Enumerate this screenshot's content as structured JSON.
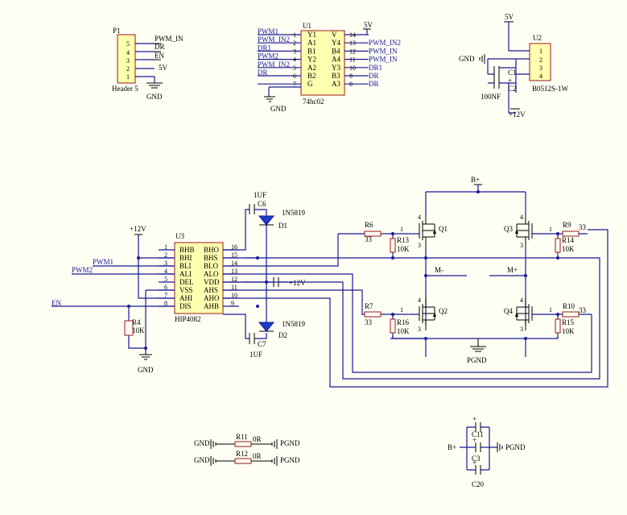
{
  "p1": {
    "ref": "P1",
    "name": "Header 5",
    "pins": [
      "5",
      "4",
      "3",
      "2",
      "1"
    ],
    "nets": [
      "PWM_IN",
      "DR",
      "EN",
      "5V"
    ],
    "gnd": "GND"
  },
  "u1": {
    "ref": "U1",
    "name": "74hc02",
    "left_nets": [
      "PWM1",
      "PWM_IN2",
      "DR1",
      "PWM2",
      "PWM_IN2",
      "DR",
      ""
    ],
    "left_pins": [
      "1",
      "2",
      "3",
      "4",
      "5",
      "6",
      "7"
    ],
    "left_labels": [
      "Y1",
      "A1",
      "B1",
      "Y2",
      "A2",
      "B2",
      "G"
    ],
    "right_pins": [
      "14",
      "13",
      "12",
      "11",
      "10",
      "9",
      "8"
    ],
    "right_labels": [
      "V",
      "Y4",
      "B4",
      "A4",
      "Y3",
      "B3",
      "A3"
    ],
    "right_nets": [
      "5V",
      "PWM_IN2",
      "PWM_IN",
      "PWM_IN",
      "DR1",
      "DR",
      "DR"
    ],
    "gnd": "GND"
  },
  "u2": {
    "ref": "U2",
    "name": "B0512S-1W",
    "pins": [
      "1",
      "2",
      "3",
      "4"
    ],
    "net_5v": "5V",
    "gnd": "GND",
    "net_12v": "+12V",
    "c1": "C1",
    "c2": "C2",
    "cap_value": "100NF",
    "plus": "+"
  },
  "u3": {
    "ref": "U3",
    "name": "HIP4082",
    "left_pins": [
      "1",
      "2",
      "3",
      "4",
      "5",
      "6",
      "7",
      "8"
    ],
    "left_labels": [
      "BHB",
      "BHI",
      "BLI",
      "ALI",
      "DEL",
      "VSS",
      "AHI",
      "DIS"
    ],
    "right_pins": [
      "16",
      "15",
      "14",
      "13",
      "12",
      "11",
      "10",
      "9"
    ],
    "right_labels": [
      "BHO",
      "BHS",
      "BLO",
      "ALO",
      "VDD",
      "AHS",
      "AHO",
      "AHB"
    ],
    "net_12v": "+12V",
    "net_12v_right": "+12V",
    "pwm1": "PWM1",
    "pwm2": "PWM2",
    "en": "EN",
    "r4": "R4",
    "r4v": "10K",
    "gnd": "GND"
  },
  "bootstrap": {
    "c6": "C6",
    "c6v": "1UF",
    "d1": "D1",
    "d1v": "1N5819",
    "c7": "C7",
    "c7v": "1UF",
    "d2": "D2",
    "d2v": "1N5819"
  },
  "bridge": {
    "bplus": "B+",
    "mminus": "M-",
    "mplus": "M+",
    "pgnd": "PGND",
    "q1": "Q1",
    "q2": "Q2",
    "q3": "Q3",
    "q4": "Q4",
    "r6": "R6",
    "r7": "R7",
    "r9": "R9",
    "r10": "R10",
    "gate_r": "33",
    "r13": "R13",
    "r14": "R14",
    "r15": "R15",
    "r16": "R16",
    "pull_r": "10K",
    "pin1": "1",
    "pin3": "3",
    "pin4": "4"
  },
  "ties": {
    "r11": "R11",
    "r12": "R12",
    "value": "0R",
    "gnd": "GND",
    "pgnd": "PGND"
  },
  "bulk": {
    "c11": "C11",
    "c3": "C3",
    "c20": "C20",
    "bplus": "B+",
    "pgnd": "PGND",
    "plus": "+"
  },
  "colors": {
    "wire": "#1a1a9c",
    "part": "#9c1a1a",
    "chip_fill": "#ffffb0",
    "background": "#fefef3"
  }
}
